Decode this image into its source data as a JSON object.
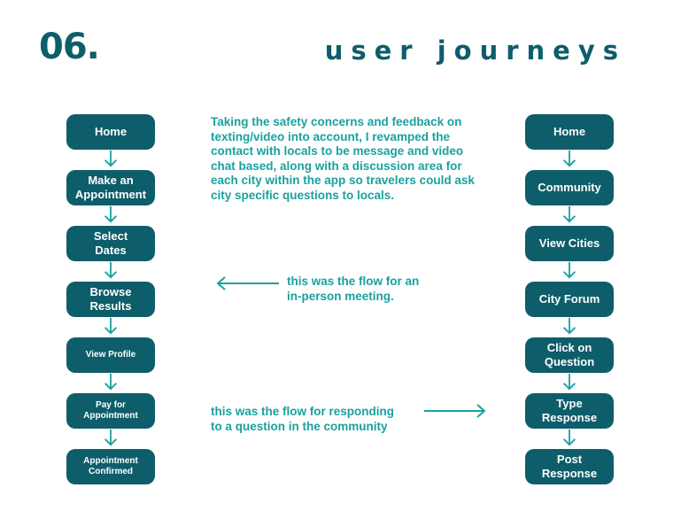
{
  "header": {
    "section_number": "06.",
    "title": "user journeys"
  },
  "colors": {
    "node_fill": "#0e5d6b",
    "accent_text": "#1aa1a0",
    "arrow": "#1aa1a0"
  },
  "left_flow": {
    "nodes": [
      "Home",
      "Make an\nAppointment",
      "Select\nDates",
      "Browse\nResults",
      "View Profile",
      "Pay for\nAppointment",
      "Appointment\nConfirmed"
    ]
  },
  "right_flow": {
    "nodes": [
      "Home",
      "Community",
      "View Cities",
      "City Forum",
      "Click on\nQuestion",
      "Type\nResponse",
      "Post\nResponse"
    ]
  },
  "description": "Taking the safety concerns and feedback on texting/video into account, I revamped the contact with locals to be message and video chat based, along with a discussion area for each city within the app so travelers could ask city specific questions to locals.",
  "notes": {
    "left_flow_note": "this was the flow for an\nin-person meeting.",
    "right_flow_note": "this was the flow for responding\nto a question in the community"
  }
}
